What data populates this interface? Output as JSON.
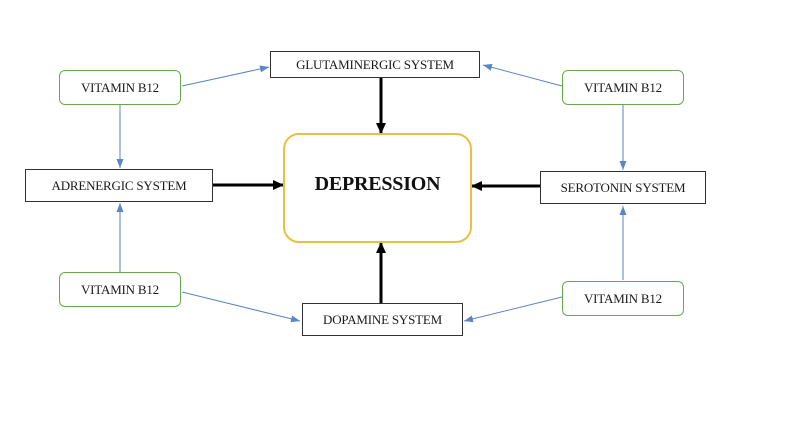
{
  "center": {
    "label": "DEPRESSION"
  },
  "systems": {
    "glutaminergic": "GLUTAMINERGIC SYSTEM",
    "adrenergic": "ADRENERGIC SYSTEM",
    "serotonin": "SEROTONIN SYSTEM",
    "dopamine": "DOPAMINE SYSTEM"
  },
  "vitamins": {
    "top_left": "VITAMIN B12",
    "top_right": "VITAMIN B12",
    "bottom_left": "VITAMIN B12",
    "bottom_right": "VITAMIN B12"
  },
  "colors": {
    "center_border": "#e8c043",
    "vitamin_border": "#6aa84f",
    "system_border": "#333333",
    "thin_arrow": "#5b86c4",
    "thick_arrow": "#000000"
  }
}
